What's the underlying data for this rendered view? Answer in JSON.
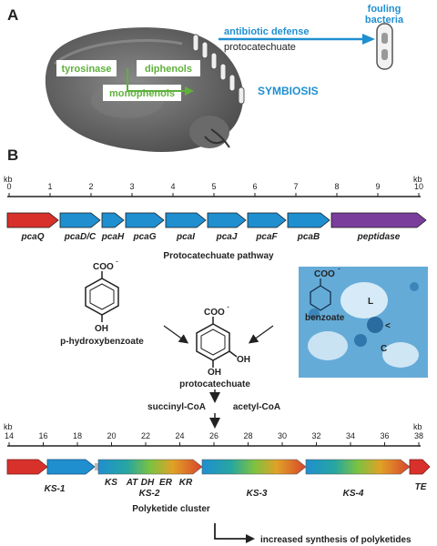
{
  "panel_a": {
    "label": "A",
    "fouling_line1": "fouling",
    "fouling_line2": "bacteria",
    "antibiotic_defense": "antibiotic defense",
    "protocatechuate": "protocatechuate",
    "tyrosinase": "tyrosinase",
    "diphenols": "diphenols",
    "monophenols": "monophenols",
    "symbiosis": "SYMBIOSIS"
  },
  "panel_b": {
    "label": "B",
    "kb_unit": "kb",
    "scale1_ticks": [
      "0",
      "1",
      "2",
      "3",
      "4",
      "5",
      "6",
      "7",
      "8",
      "9",
      "10"
    ],
    "genes": [
      {
        "name": "pcaQ",
        "color": "#d8312c"
      },
      {
        "name": "pcaD/C",
        "color": "#1f8fd0"
      },
      {
        "name": "pcaH",
        "color": "#1f8fd0"
      },
      {
        "name": "pcaG",
        "color": "#1f8fd0"
      },
      {
        "name": "pcaI",
        "color": "#1f8fd0"
      },
      {
        "name": "pcaJ",
        "color": "#1f8fd0"
      },
      {
        "name": "pcaF",
        "color": "#1f8fd0"
      },
      {
        "name": "pcaB",
        "color": "#1f8fd0"
      },
      {
        "name": "peptidase",
        "color": "#7a3d9c"
      }
    ],
    "pathway_title": "Protocatechuate pathway",
    "coo": "COO",
    "oh": "OH",
    "hydroxybenzoate": "p-hydroxybenzoate",
    "benzoate": "benzoate",
    "protocatechuate_label": "protocatechuate",
    "micro_L": "L",
    "micro_C": "C",
    "micro_arrow": "<",
    "succinyl": "succinyl-CoA",
    "acetyl": "acetyl-CoA",
    "scale2_ticks": [
      "14",
      "16",
      "18",
      "20",
      "22",
      "24",
      "26",
      "28",
      "30",
      "32",
      "34",
      "36",
      "38"
    ],
    "domains": [
      "KS",
      "AT",
      "DH",
      "ER",
      "KR"
    ],
    "modules": [
      "KS-1",
      "KS-2",
      "KS-3",
      "KS-4",
      "TE"
    ],
    "cluster_title": "Polyketide cluster",
    "final_text": "increased synthesis of polyketides"
  },
  "colors": {
    "blue": "#1f8fd0",
    "red": "#d8312c",
    "purple": "#7a3d9c",
    "green": "#5fb13c",
    "micro_bg": "#4f9fd1"
  }
}
